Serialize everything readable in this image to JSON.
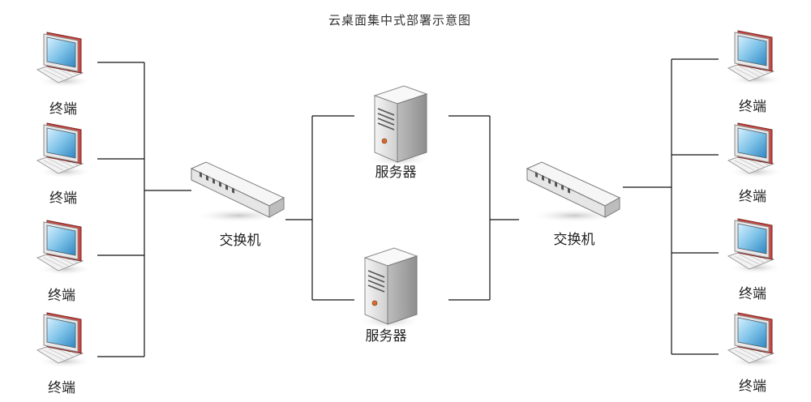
{
  "title": "云桌面集中式部署示意图",
  "terminal_label": "终端",
  "switch_label": "交换机",
  "server_label": "服务器",
  "colors": {
    "line": "#111111",
    "monitor_frame": "#c94a44",
    "screen": "#7fc3e8",
    "device_body": "#e9e9e9"
  },
  "icons": [
    "monitor-icon",
    "switch-icon",
    "server-icon"
  ]
}
